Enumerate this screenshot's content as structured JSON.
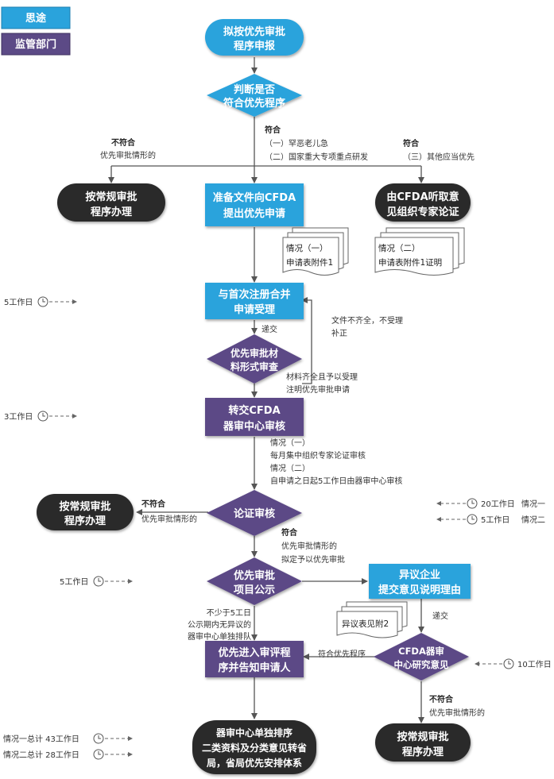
{
  "legend": {
    "item1": "思途",
    "item2": "监管部门"
  },
  "colors": {
    "blue": "#2aa3dc",
    "purple": "#5c4a86",
    "dark": "#2b2b2b",
    "line": "#555555"
  },
  "icons": {
    "clock": "clock-icon",
    "arrow": "dashed-arrow"
  },
  "nodes": {
    "start": [
      "拟按优先审批",
      "程序申报"
    ],
    "judge": [
      "判断是否",
      "符合优先程序"
    ],
    "normal_left_1": [
      "按常规审批",
      "程序办理"
    ],
    "prepare": [
      "准备文件向CFDA",
      "提出优先申请"
    ],
    "expert": [
      "由CFDA听取意",
      "见组织专家论证"
    ],
    "accept": [
      "与首次注册合并",
      "申请受理"
    ],
    "form_review": [
      "优先审批材",
      "料形式审查"
    ],
    "transfer": [
      "转交CFDA",
      "器审中心审核"
    ],
    "normal_left_2": [
      "按常规审批",
      "程序办理"
    ],
    "argue": [
      "论证审核"
    ],
    "publicize": [
      "优先审批",
      "项目公示"
    ],
    "objection": [
      "异议企业",
      "提交意见说明理由"
    ],
    "enter_review": [
      "优先进入审评程",
      "序并告知申请人"
    ],
    "cfda_opinion": [
      "CFDA器审",
      "中心研究意见"
    ],
    "final": [
      "器审中心单独排序",
      "二类资料及分类意见转省",
      "局，省局优先安排体系"
    ],
    "normal_right": [
      "按常规审批",
      "程序办理"
    ]
  },
  "docs": {
    "doc1": [
      "情况（一）",
      "申请表附件1"
    ],
    "doc2": [
      "情况（二）",
      "申请表附件1证明"
    ],
    "doc3": [
      "异议表见附2"
    ]
  },
  "labels": {
    "fuhe_top": "符合",
    "case1": "（一）罕恶老儿急",
    "case2": "（二）国家重大专项重点研发",
    "not_fit_1": "不符合",
    "not_fit_1b": "优先审批情形的",
    "fuhe_right": "符合",
    "case3": "（三）其他应当优先",
    "incomplete1": "文件不齐全，不受理",
    "incomplete2": "补正",
    "submit": "递交",
    "complete1": "材料齐全且予以受理",
    "complete2": "注明优先审批申请",
    "sit1": "情况（一）",
    "sit1b": "每月集中组织专家论证审核",
    "sit2": "情况（二）",
    "sit2b": "自申请之日起5工作日由器审中心审核",
    "not_fit_2": "不符合",
    "not_fit_2b": "优先审批情形的",
    "fuhe_3": "符合",
    "fuhe_3b": "优先审批情形的",
    "fuhe_3c": "拟定予以优先审批",
    "submit2": "递交",
    "no_obj1": "不少于5工日",
    "no_obj2": "公示期内无异议的",
    "no_obj3": "器审中心单独排队",
    "fuhe_priority": "符合优先程序",
    "not_fit_3": "不符合",
    "not_fit_3b": "优先审批情形的"
  },
  "times": {
    "t1": "5工作日",
    "t2": "3工作日",
    "t3_days": "20工作日",
    "t3_case": "情况一",
    "t4_days": "5工作日",
    "t4_case": "情况二",
    "t5": "5工作日",
    "t6": "10工作日",
    "total1": "情况一总计  43工作日",
    "total2": "情况二总计  28工作日"
  }
}
